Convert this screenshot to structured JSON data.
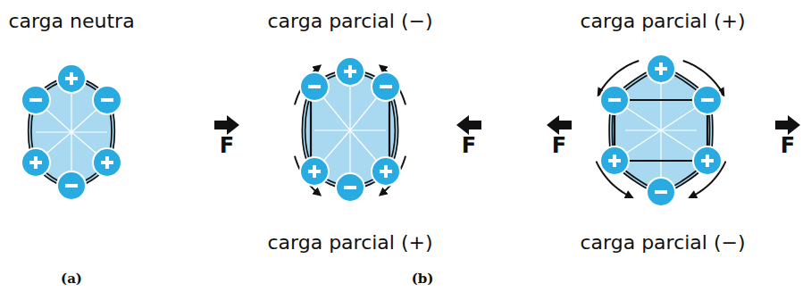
{
  "diagram": {
    "labels": [
      "carga neutra",
      "carga parcial (−)",
      "carga parcial (+)",
      "F",
      "F",
      "F",
      "F",
      "carga parcial (+)",
      "carga parcial (−)",
      "(a)",
      "(b)"
    ]
  }
}
